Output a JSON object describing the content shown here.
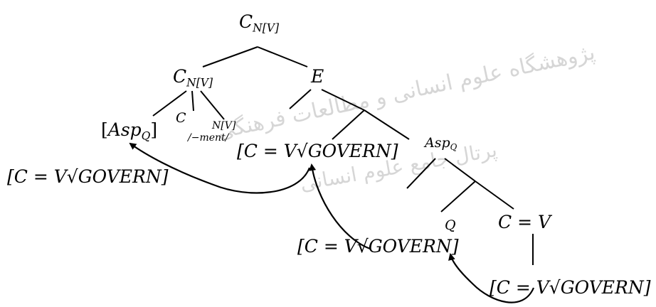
{
  "watermark": {
    "line1": "پژوهشگاه علوم انسانی و مطالعات فرهنگی",
    "line2": "پرتال جامع علوم انسانی"
  },
  "nodes": {
    "root": {
      "base": "C",
      "sub": "N[V]"
    },
    "cnv": {
      "base": "C",
      "sub": "N[V]"
    },
    "e": "E",
    "asp_bracket": {
      "open": "[",
      "base": "Asp",
      "sub": "Q",
      "close": "]"
    },
    "c_label": "C",
    "c_sub": "N[V]",
    "ment": "/−ment/",
    "aspq": {
      "base": "Asp",
      "sub": "Q"
    },
    "q": "Q",
    "cv": "C = V",
    "govern_left": "[C = V√GOVERN]",
    "govern_center": "[C = V√GOVERN]",
    "govern_mid": "[C = V√GOVERN]",
    "govern_bottom": "[C = V√GOVERN]"
  }
}
